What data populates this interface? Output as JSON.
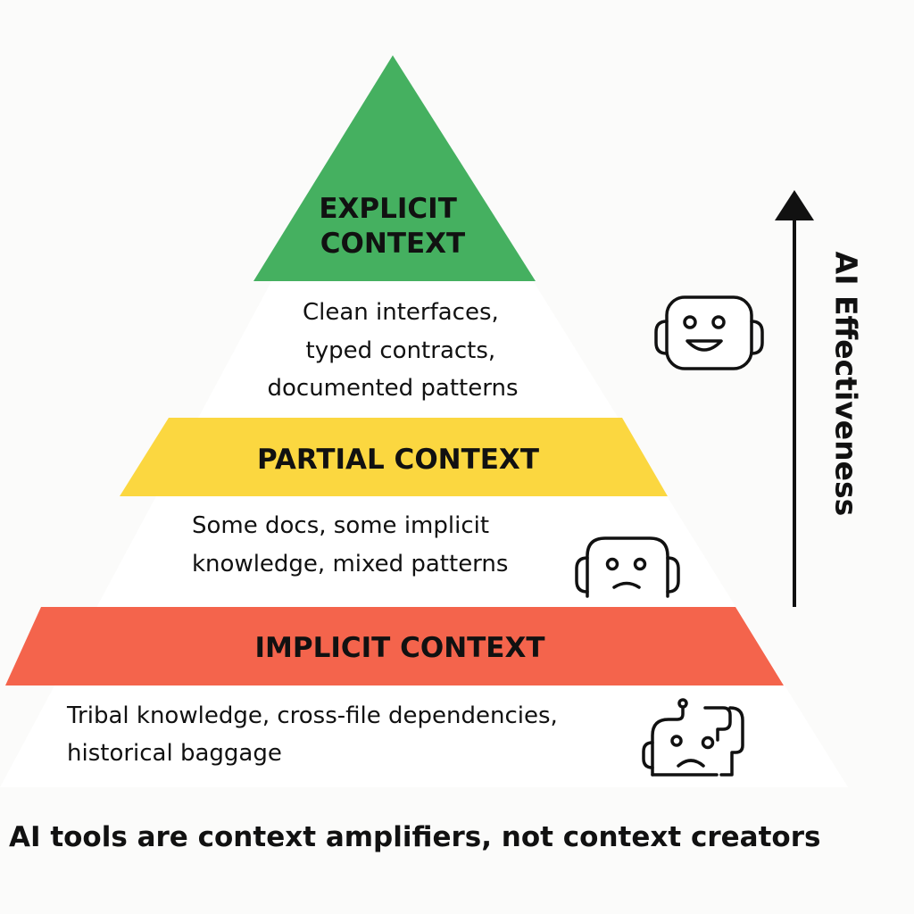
{
  "diagram": {
    "tiers": [
      {
        "id": "explicit",
        "title_lines": [
          "EXPLICIT",
          "CONTEXT"
        ],
        "description_lines": [
          "Clean interfaces,",
          "typed contracts,",
          "documented patterns"
        ],
        "band_color": "#45b060",
        "robot_mood": "happy"
      },
      {
        "id": "partial",
        "title_lines": [
          "PARTIAL CONTEXT"
        ],
        "description_lines": [
          "Some docs, some implicit",
          "knowledge, mixed patterns"
        ],
        "band_color": "#fbd740",
        "robot_mood": "neutral"
      },
      {
        "id": "implicit",
        "title_lines": [
          "IMPLICIT CONTEXT"
        ],
        "description_lines": [
          "Tribal knowledge, cross-file dependencies,",
          "historical baggage"
        ],
        "band_color": "#f4644c",
        "robot_mood": "confused"
      }
    ],
    "axis_label": "AI Effectiveness",
    "caption": "AI tools are context amplifiers, not context creators",
    "colors": {
      "ink": "#111111",
      "panel": "#ffffff",
      "background": "#fbfbfa"
    }
  }
}
